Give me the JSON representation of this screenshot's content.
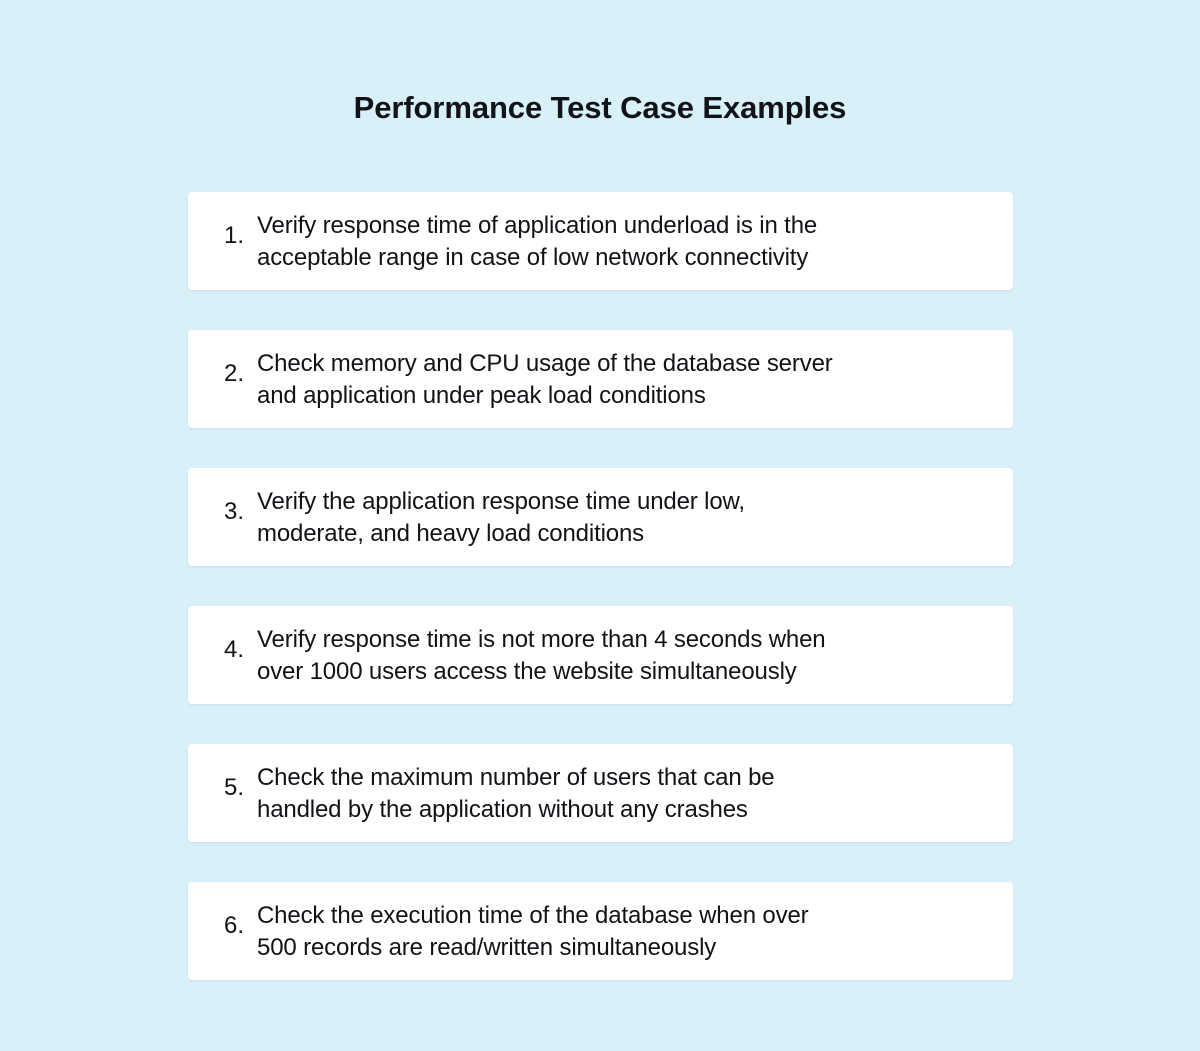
{
  "page": {
    "title": "Performance Test Case Examples",
    "background_color": "#d8f0f7",
    "card_color": "#ffffff",
    "text_color": "#111318"
  },
  "cards": [
    {
      "number": "1.",
      "text": "Verify response time of application underload is in the acceptable range in case of low network connectivity",
      "line1": "Verify response time of application underload is in the",
      "line2": "acceptable range in case of low network connectivity"
    },
    {
      "number": "2.",
      "text": "Check memory and CPU usage of the database server and application under peak load conditions",
      "line1": "Check memory and CPU usage of the database server",
      "line2": "and application under peak load conditions"
    },
    {
      "number": "3.",
      "text": "Verify the application response time under low, moderate, and heavy load conditions",
      "line1": "Verify the application response time under low,",
      "line2": "moderate, and heavy load conditions"
    },
    {
      "number": "4.",
      "text": "Verify response time is not more than 4 seconds when over 1000 users access the website simultaneously",
      "line1": "Verify response time is not more than 4 seconds when",
      "line2": "over 1000 users access the website simultaneously"
    },
    {
      "number": "5.",
      "text": "Check the maximum number of users that can be handled by the application without any crashes",
      "line1": "Check the maximum number of users that can be",
      "line2": "handled by the application without any crashes"
    },
    {
      "number": "6.",
      "text": "Check the execution time of the database when over 500 records are read/written simultaneously",
      "line1": "Check the execution time of the database when over",
      "line2": "500 records are read/written simultaneously"
    }
  ]
}
